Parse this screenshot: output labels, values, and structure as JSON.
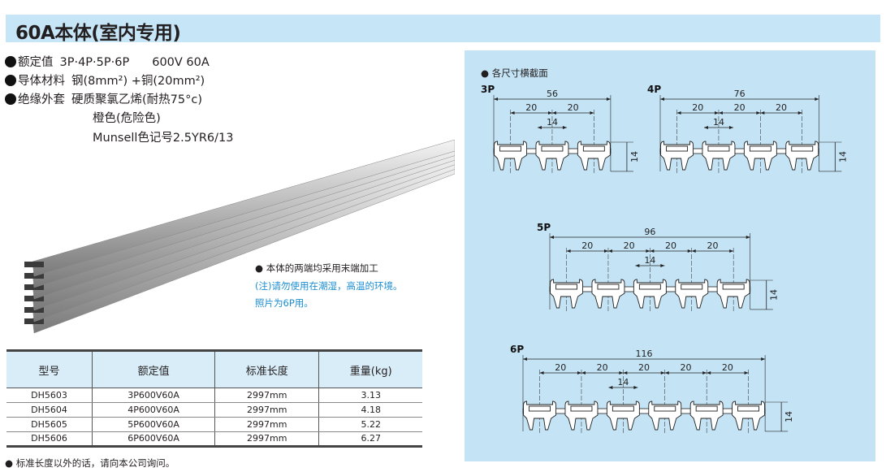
{
  "title": "60A本体(室内专用)",
  "specs": [
    {
      "label": "额定值",
      "value": "3P·4P·5P·6P",
      "extra": "600V 60A"
    },
    {
      "label": "导体材料",
      "value": "钢(8mm²)  +铜(20mm²)",
      "extra": ""
    },
    {
      "label": "绝缘外套",
      "value": "硬质聚氯乙烯(耐热75°c)",
      "extra": ""
    }
  ],
  "spec_cont": [
    "橙色(危险色)",
    "Munsell色记号2.5YR6/13"
  ],
  "notes": {
    "ends": "● 本体的两端均采用末端加工",
    "caution": "(注)请勿使用在潮湿，高温的环境。",
    "photo": "照片为6P用。"
  },
  "table": {
    "headers": [
      "型号",
      "额定值",
      "标准长度",
      "重量(kg)"
    ],
    "rows": [
      [
        "DH5603",
        "3P600V60A",
        "2997mm",
        "3.13"
      ],
      [
        "DH5604",
        "4P600V60A",
        "2997mm",
        "4.18"
      ],
      [
        "DH5605",
        "5P600V60A",
        "2997mm",
        "5.22"
      ],
      [
        "DH5606",
        "6P600V60A",
        "2997mm",
        "6.27"
      ]
    ]
  },
  "footnote": "● 标准长度以外的话，请向本公司询问。",
  "panel": {
    "title": "● 各尺寸横截面",
    "sections": [
      {
        "label": "3P",
        "poles": 3,
        "width": "56",
        "pitch": "20",
        "gap": "14",
        "height": "14"
      },
      {
        "label": "4P",
        "poles": 4,
        "width": "76",
        "pitch": "20",
        "gap": "14",
        "height": "14"
      },
      {
        "label": "5P",
        "poles": 5,
        "width": "96",
        "pitch": "20",
        "gap": "14",
        "height": "14"
      },
      {
        "label": "6P",
        "poles": 6,
        "width": "116",
        "pitch": "20",
        "gap": "14",
        "height": "14"
      }
    ]
  }
}
